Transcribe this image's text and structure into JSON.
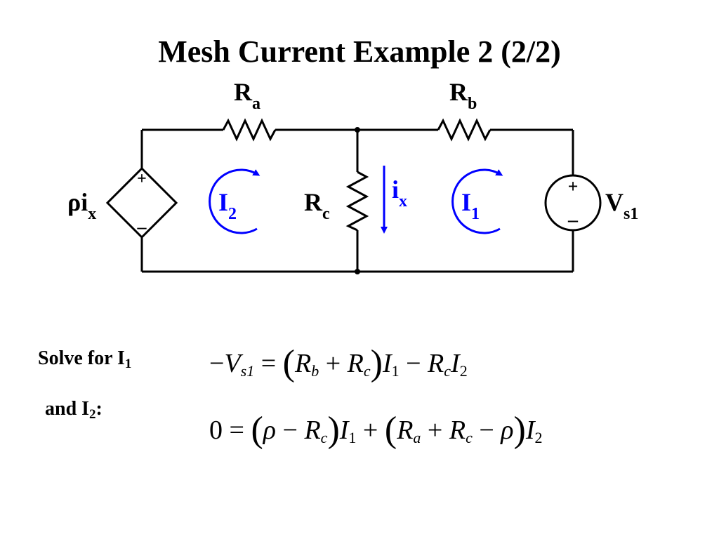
{
  "title": "Mesh Current Example 2 (2/2)",
  "circuit": {
    "ra_main": "R",
    "ra_sub": "a",
    "rb_main": "R",
    "rb_sub": "b",
    "rc_main": "R",
    "rc_sub": "c",
    "dep_src_main": "ρi",
    "dep_src_sub": "x",
    "vs_main": "V",
    "vs_sub": "s1",
    "ix_main": "i",
    "ix_sub": "x",
    "mesh2_main": "I",
    "mesh2_sub": "2",
    "mesh1_main": "I",
    "mesh1_sub": "1",
    "plus": "+",
    "minus": "–",
    "colors": {
      "wire": "#000000",
      "mesh": "#0000ff"
    }
  },
  "solve": {
    "line1_text": "Solve for I",
    "line1_sub": "1",
    "line2_text": "and I",
    "line2_sub": "2",
    "line2_suffix": ":"
  },
  "equations": {
    "eq1": {
      "neg": "−",
      "V": "V",
      "s1": "s1",
      "eq": "=",
      "lp": "(",
      "R1": "R",
      "b": "b",
      "plus": "+",
      "R2": "R",
      "c1": "c",
      "rp": ")",
      "I1": "I",
      "one": "1",
      "minus": "−",
      "R3": "R",
      "c2": "c",
      "I2": "I",
      "two": "2"
    },
    "eq2": {
      "zero": "0",
      "eq": "=",
      "lp1": "(",
      "rho1": "ρ",
      "minus1": "−",
      "R1": "R",
      "c1": "c",
      "rp1": ")",
      "I1": "I",
      "one": "1",
      "plus1": "+",
      "lp2": "(",
      "R2": "R",
      "a": "a",
      "plus2": "+",
      "R3": "R",
      "c2": "c",
      "minus2": "−",
      "rho2": "ρ",
      "rp2": ")",
      "I2": "I",
      "two": "2"
    }
  }
}
